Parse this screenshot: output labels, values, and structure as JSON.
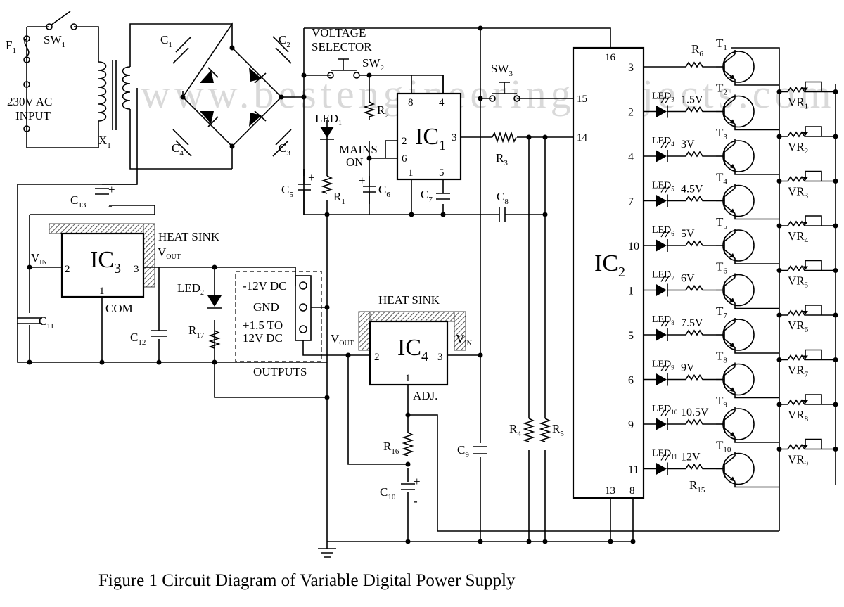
{
  "watermark": "www.bestengineeringprojects.com",
  "caption": "Figure 1 Circuit Diagram of Variable Digital Power Supply",
  "labels": {
    "fuse": "F",
    "fuse_sub": "1",
    "sw1": "SW",
    "sw1_sub": "1",
    "ac_line1": "230V AC",
    "ac_line2": "INPUT",
    "x1": "X",
    "x1_sub": "1",
    "voltage_selector_1": "VOLTAGE",
    "voltage_selector_2": "SELECTOR",
    "sw2": "SW",
    "sw2_sub": "2",
    "sw3": "SW",
    "sw3_sub": "3",
    "led1": "LED",
    "led1_sub": "1",
    "mains_on_1": "MAINS",
    "mains_on_2": "ON",
    "ic1": "IC",
    "ic1_sub": "1",
    "ic2": "IC",
    "ic2_sub": "2",
    "ic3": "IC",
    "ic3_sub": "3",
    "ic4": "IC",
    "ic4_sub": "4",
    "heat_sink": "HEAT SINK",
    "vin": "V",
    "vin_sub": "IN",
    "vout": "V",
    "vout_sub": "OUT",
    "com": "COM",
    "adj": "ADJ.",
    "outputs": "OUTPUTS",
    "out_neg12": "-12V DC",
    "out_gnd": "GND",
    "out_var1": "+1.5 TO",
    "out_var2": "12V DC",
    "led2": "LED",
    "led2_sub": "2",
    "plus": "+",
    "minus": "-"
  },
  "caps": [
    {
      "name": "C",
      "sub": "1"
    },
    {
      "name": "C",
      "sub": "2"
    },
    {
      "name": "C",
      "sub": "3"
    },
    {
      "name": "C",
      "sub": "4"
    },
    {
      "name": "C",
      "sub": "5"
    },
    {
      "name": "C",
      "sub": "6"
    },
    {
      "name": "C",
      "sub": "7"
    },
    {
      "name": "C",
      "sub": "8"
    },
    {
      "name": "C",
      "sub": "9"
    },
    {
      "name": "C",
      "sub": "10"
    },
    {
      "name": "C",
      "sub": "11"
    },
    {
      "name": "C",
      "sub": "12"
    },
    {
      "name": "C",
      "sub": "13"
    }
  ],
  "resistors": [
    {
      "name": "R",
      "sub": "1"
    },
    {
      "name": "R",
      "sub": "2"
    },
    {
      "name": "R",
      "sub": "3"
    },
    {
      "name": "R",
      "sub": "4"
    },
    {
      "name": "R",
      "sub": "5"
    },
    {
      "name": "R",
      "sub": "6"
    },
    {
      "name": "R",
      "sub": "15"
    },
    {
      "name": "R",
      "sub": "16"
    },
    {
      "name": "R",
      "sub": "17"
    }
  ],
  "ic1_pins": [
    "8",
    "4",
    "2",
    "6",
    "3",
    "1",
    "5"
  ],
  "ic2_pins": {
    "top": "16",
    "in15": "15",
    "in14": "14",
    "bottom1": "13",
    "bottom2": "8"
  },
  "ic3_pins": [
    "2",
    "3",
    "1"
  ],
  "ic4_pins": [
    "2",
    "3",
    "1"
  ],
  "ladder": [
    {
      "pin": "3",
      "led": "",
      "led_sub": "",
      "volt": "",
      "t": "T",
      "t_sub": "1",
      "vr": "",
      "vr_sub": ""
    },
    {
      "pin": "2",
      "led": "LED",
      "led_sub": "3",
      "volt": "1.5V",
      "t": "T",
      "t_sub": "2",
      "vr": "VR",
      "vr_sub": "1"
    },
    {
      "pin": "4",
      "led": "LED",
      "led_sub": "4",
      "volt": "3V",
      "t": "T",
      "t_sub": "3",
      "vr": "VR",
      "vr_sub": "2"
    },
    {
      "pin": "7",
      "led": "LED",
      "led_sub": "5",
      "volt": "4.5V",
      "t": "T",
      "t_sub": "4",
      "vr": "VR",
      "vr_sub": "3"
    },
    {
      "pin": "10",
      "led": "LED",
      "led_sub": "6",
      "volt": "5V",
      "t": "T",
      "t_sub": "5",
      "vr": "VR",
      "vr_sub": "4"
    },
    {
      "pin": "1",
      "led": "LED",
      "led_sub": "7",
      "volt": "6V",
      "t": "T",
      "t_sub": "6",
      "vr": "VR",
      "vr_sub": "5"
    },
    {
      "pin": "5",
      "led": "LED",
      "led_sub": "8",
      "volt": "7.5V",
      "t": "T",
      "t_sub": "7",
      "vr": "VR",
      "vr_sub": "6"
    },
    {
      "pin": "6",
      "led": "LED",
      "led_sub": "9",
      "volt": "9V",
      "t": "T",
      "t_sub": "8",
      "vr": "VR",
      "vr_sub": "7"
    },
    {
      "pin": "9",
      "led": "LED",
      "led_sub": "10",
      "volt": "10.5V",
      "t": "T",
      "t_sub": "9",
      "vr": "VR",
      "vr_sub": "8"
    },
    {
      "pin": "11",
      "led": "LED",
      "led_sub": "11",
      "volt": "12V",
      "t": "T",
      "t_sub": "10",
      "vr": "VR",
      "vr_sub": "9"
    }
  ]
}
